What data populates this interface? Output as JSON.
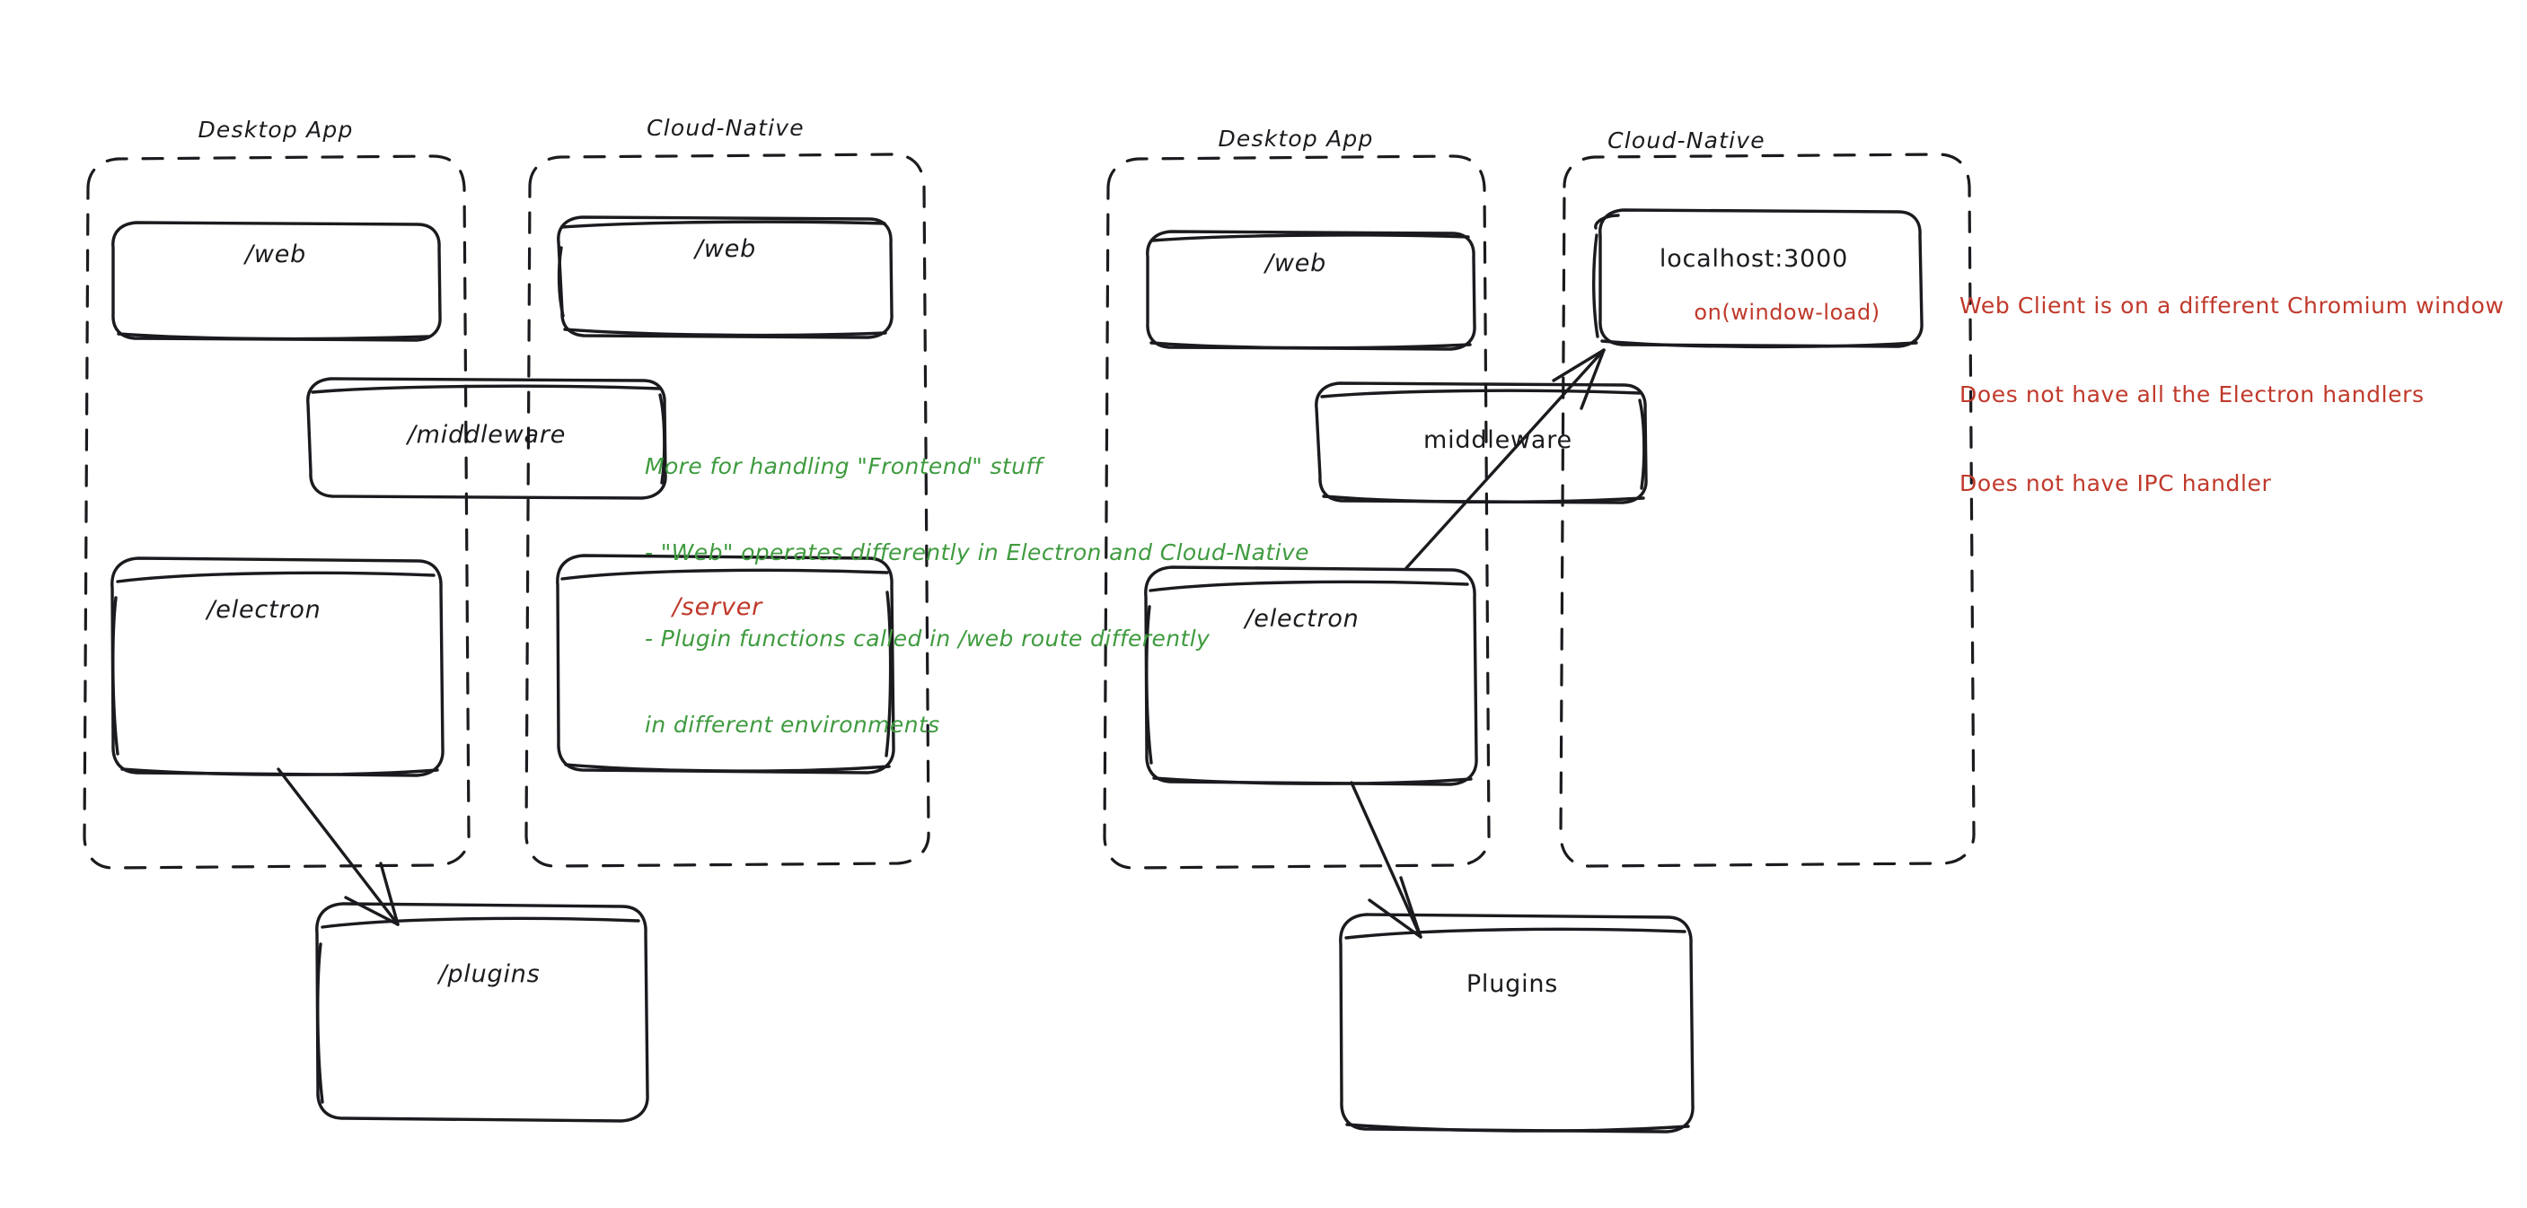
{
  "diagram": {
    "title": "Electron vs Cloud-Native architecture comparison",
    "colors": {
      "stroke": "#1b1b1f",
      "red": "#c0392b",
      "green": "#3f9b3f",
      "background": "#ffffff"
    },
    "panels": [
      {
        "id": "left-panel",
        "groups": [
          {
            "id": "left-desktop-app",
            "title": "Desktop App"
          },
          {
            "id": "left-cloud-native",
            "title": "Cloud-Native"
          }
        ],
        "nodes": [
          {
            "id": "left-desktop-web",
            "label": "/web",
            "color": "black"
          },
          {
            "id": "left-cloud-web",
            "label": "/web",
            "color": "black"
          },
          {
            "id": "left-middleware",
            "label": "/middleware",
            "color": "black"
          },
          {
            "id": "left-electron",
            "label": "/electron",
            "color": "black"
          },
          {
            "id": "left-server",
            "label": "/server",
            "color": "red"
          },
          {
            "id": "left-plugins",
            "label": "/plugins",
            "color": "black"
          }
        ],
        "notes": [
          {
            "id": "middleware-note",
            "color": "green",
            "lines": [
              "More for handling \"Frontend\" stuff",
              "- \"Web\" operates differently in Electron and Cloud-Native",
              "- Plugin functions called in /web route differently",
              "in different environments"
            ]
          }
        ]
      },
      {
        "id": "right-panel",
        "groups": [
          {
            "id": "right-desktop-app",
            "title": "Desktop App"
          },
          {
            "id": "right-cloud-native",
            "title": "Cloud-Native"
          }
        ],
        "nodes": [
          {
            "id": "right-desktop-web",
            "label": "/web",
            "color": "black"
          },
          {
            "id": "right-localhost",
            "label": "localhost:3000",
            "color": "black",
            "sublabel": "on(window-load)",
            "sublabel_color": "red"
          },
          {
            "id": "right-middleware",
            "label": "middleware",
            "color": "black"
          },
          {
            "id": "right-electron",
            "label": "/electron",
            "color": "black"
          },
          {
            "id": "right-plugins",
            "label": "Plugins",
            "color": "black"
          }
        ],
        "notes": [
          {
            "id": "web-client-note",
            "color": "red",
            "lines": [
              "Web Client is on a different Chromium window",
              "Does not have all the Electron handlers",
              "Does not have IPC handler"
            ]
          }
        ]
      }
    ],
    "connectors": [
      {
        "id": "left-electron-to-plugins",
        "from": "left-electron",
        "to": "left-plugins",
        "style": "arrow"
      },
      {
        "id": "right-electron-to-plugins",
        "from": "right-electron",
        "to": "right-plugins",
        "style": "arrow"
      },
      {
        "id": "right-electron-to-localhost",
        "from": "right-electron",
        "to": "right-localhost",
        "style": "arrow"
      }
    ]
  }
}
